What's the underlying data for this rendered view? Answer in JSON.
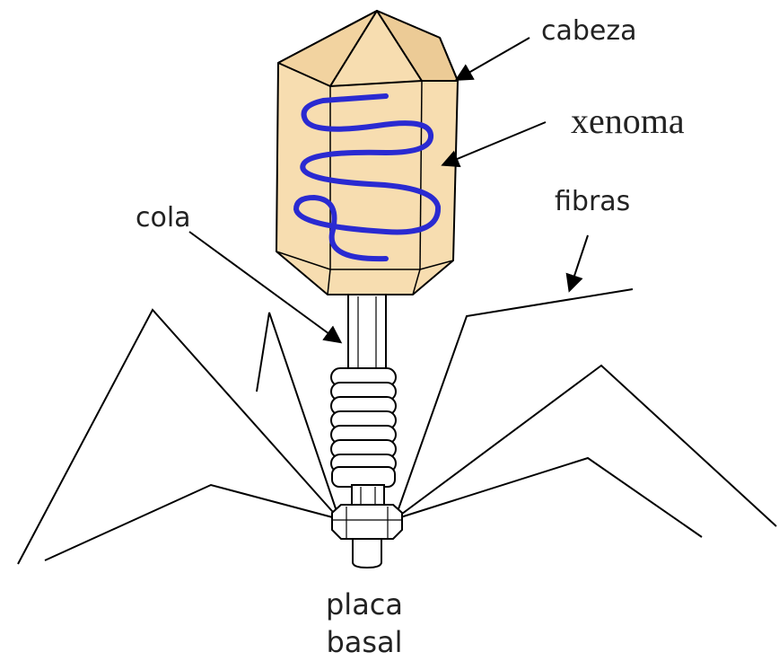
{
  "labels": {
    "cabeza": "cabeza",
    "xenoma": "xenoma",
    "fibras": "fibras",
    "cola": "cola",
    "placa_line1": "placa",
    "placa_line2": "basal"
  },
  "colors": {
    "head_fill": "#f7ddb0",
    "head_stroke": "#000000",
    "genome": "#2a2ad1",
    "line": "#000000",
    "background": "#ffffff"
  }
}
